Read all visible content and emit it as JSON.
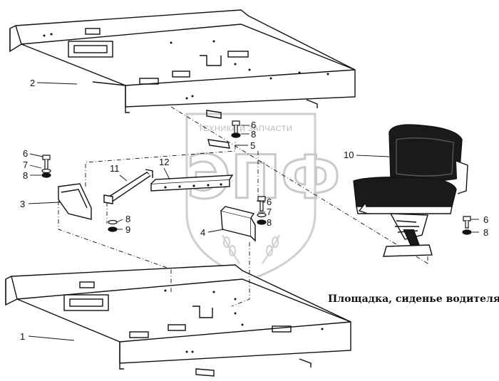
{
  "caption": "Площадка, сиденье водителя",
  "watermark": {
    "top_text": "ТЕХНИКА И ЗАПЧАСТИ",
    "logo_text": "ЭПФ",
    "color": "#c8c8c8"
  },
  "callouts": {
    "c1": "1",
    "c2": "2",
    "c3": "3",
    "c4": "4",
    "c5": "5",
    "c6a": "6",
    "c6b": "6",
    "c6c": "6",
    "c6d": "6",
    "c7a": "7",
    "c7b": "7",
    "c8a": "8",
    "c8b": "8",
    "c8c": "8",
    "c8d": "8",
    "c8e": "8",
    "c9": "9",
    "c10": "10",
    "c11": "11",
    "c12": "12"
  },
  "colors": {
    "ink": "#111111",
    "seat": "#1a1a1a",
    "paper": "#ffffff"
  }
}
